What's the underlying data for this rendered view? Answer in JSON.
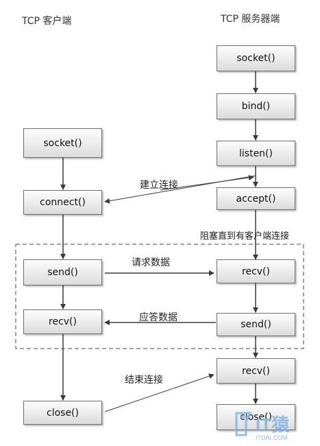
{
  "titles": {
    "client": "TCP 客户端",
    "server": "TCP 服务器端"
  },
  "client": {
    "socket": "socket()",
    "connect": "connect()",
    "send": "send()",
    "recv": "recv()",
    "close": "close()"
  },
  "server": {
    "socket": "socket()",
    "bind": "bind()",
    "listen": "listen()",
    "accept": "accept()",
    "recv1": "recv()",
    "send": "send()",
    "recv2": "recv()",
    "close": "close()"
  },
  "labels": {
    "connect": "建立连接",
    "block": "阻塞直到有客户端连接",
    "request": "请求数据",
    "response": "应答数据",
    "end": "结束连接"
  },
  "watermark": {
    "logo": "IT猿",
    "site": "ITDAI.COM"
  },
  "colors": {
    "line": "#3a3a3a",
    "watermark": "#7fb5e6"
  }
}
